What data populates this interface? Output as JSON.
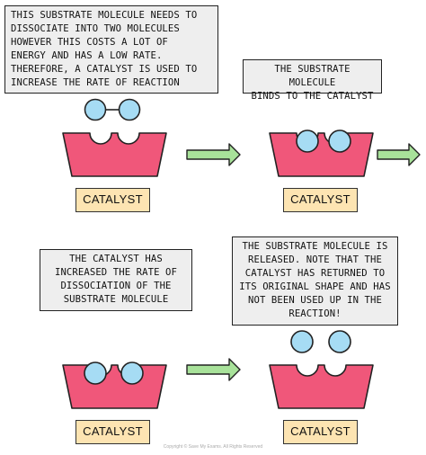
{
  "notes": {
    "dissociate": "THIS SUBSTRATE MOLECULE NEEDS TO\nDISSOCIATE INTO TWO MOLECULES\nHOWEVER THIS COSTS A LOT OF\nENERGY AND HAS A LOW RATE.\nTHEREFORE, A CATALYST IS USED TO\nINCREASE THE RATE OF REACTION",
    "binds": "THE SUBSTRATE MOLECULE\nBINDS TO THE CATALYST",
    "increased": "THE CATALYST HAS\nINCREASED THE RATE OF\nDISSOCIATION OF THE\nSUBSTRATE MOLECULE",
    "released": "THE SUBSTRATE MOLECULE IS\nRELEASED. NOTE THAT THE\nCATALYST HAS RETURNED TO\nITS ORIGINAL SHAPE AND HAS\nNOT BEEN USED UP IN THE\nREACTION!"
  },
  "labels": {
    "catalyst": "CATALYST"
  },
  "footer": "Copyright © Save My Exams. All Rights Reserved",
  "colors": {
    "catalyst_fill": "#f0577a",
    "molecule_fill": "#a6dcf4",
    "arrow_fill": "#a8e29a",
    "label_fill": "#fde4b2",
    "note_fill": "#eeeeee"
  }
}
